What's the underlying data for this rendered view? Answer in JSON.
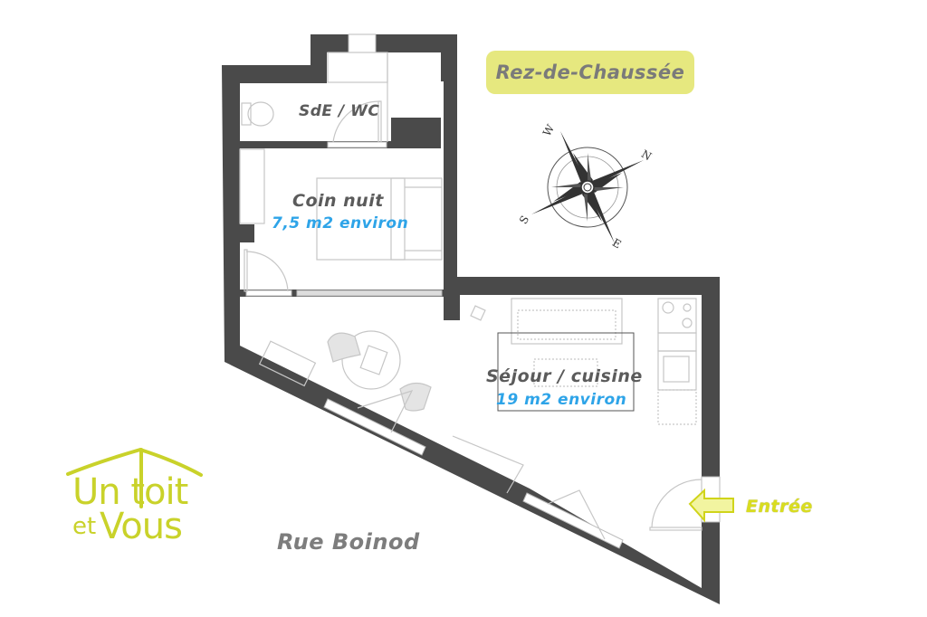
{
  "floor": {
    "title": "Rez-de-Chaussée"
  },
  "rooms": [
    {
      "name": "SdE / WC",
      "area": ""
    },
    {
      "name": "Coin nuit",
      "area": "7,5 m2 environ"
    },
    {
      "name": "Séjour / cuisine",
      "area": "19 m2 environ"
    }
  ],
  "street": {
    "name": "Rue Boinod"
  },
  "entrance": {
    "label": "Entrée"
  },
  "compass": {
    "n": "N",
    "s": "S",
    "e": "E",
    "w": "W"
  },
  "logo": {
    "line1": "Un toit",
    "line2_a": "et",
    "line2_b": "Vous"
  },
  "colors": {
    "wall": "#4a4a4a",
    "badge": "#e6e87f",
    "area_text": "#2ea4e8",
    "accent_yellow": "#d9dd1f",
    "logo": "#c9d22a"
  }
}
